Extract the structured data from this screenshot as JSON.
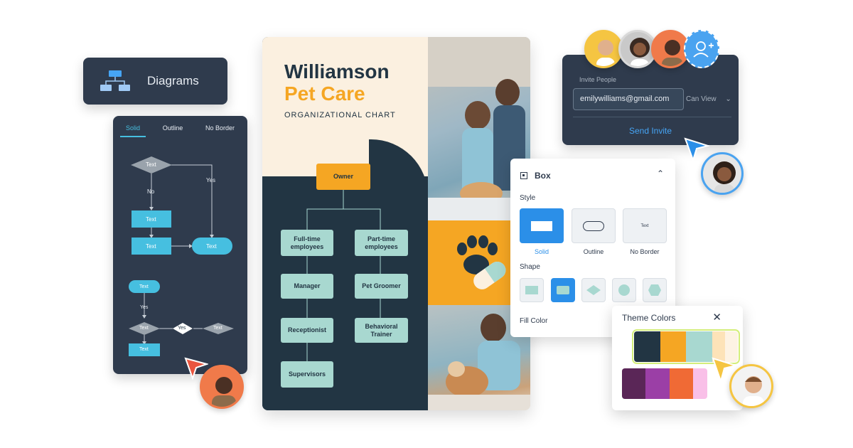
{
  "diagrams_panel": {
    "label": "Diagrams"
  },
  "shape_panel": {
    "tabs": [
      "Solid",
      "Outline",
      "No Border"
    ],
    "flow": {
      "node_label": "Text",
      "no_label": "No",
      "yes_label": "Yes"
    }
  },
  "org_chart": {
    "title_line1": "Williamson",
    "title_line2": "Pet Care",
    "subtitle": "ORGANIZATIONAL CHART",
    "owner": "Owner",
    "nodes": {
      "fulltime": "Full-time employees",
      "parttime": "Part-time employees",
      "manager": "Manager",
      "groomer": "Pet Groomer",
      "receptionist": "Receptionist",
      "trainer": "Behavioral Trainer",
      "supervisors": "Supervisors"
    }
  },
  "invite": {
    "label": "Invite People",
    "email": "emilywilliams@gmail.com",
    "permission": "Can View",
    "send": "Send Invite"
  },
  "box_panel": {
    "title": "Box",
    "style_label": "Style",
    "styles": [
      "Solid",
      "Outline",
      "No Border"
    ],
    "style_preview_text": "Text",
    "shape_label": "Shape",
    "fill_label": "Fill Color"
  },
  "theme": {
    "title": "Theme Colors",
    "close": "✕",
    "palette1": [
      "#223543",
      "#f5a623",
      "#a8d8d0",
      "#fde3b8",
      "#fdf3e4"
    ],
    "palette2": [
      "#5a2657",
      "#9b3fa6",
      "#f06a35",
      "#f9c0e8",
      "#ffffff"
    ]
  },
  "colors": {
    "accent": "#2b8fe8",
    "dark": "#2f3b4d",
    "cyan": "#46bfe0",
    "orange": "#f5a623"
  }
}
